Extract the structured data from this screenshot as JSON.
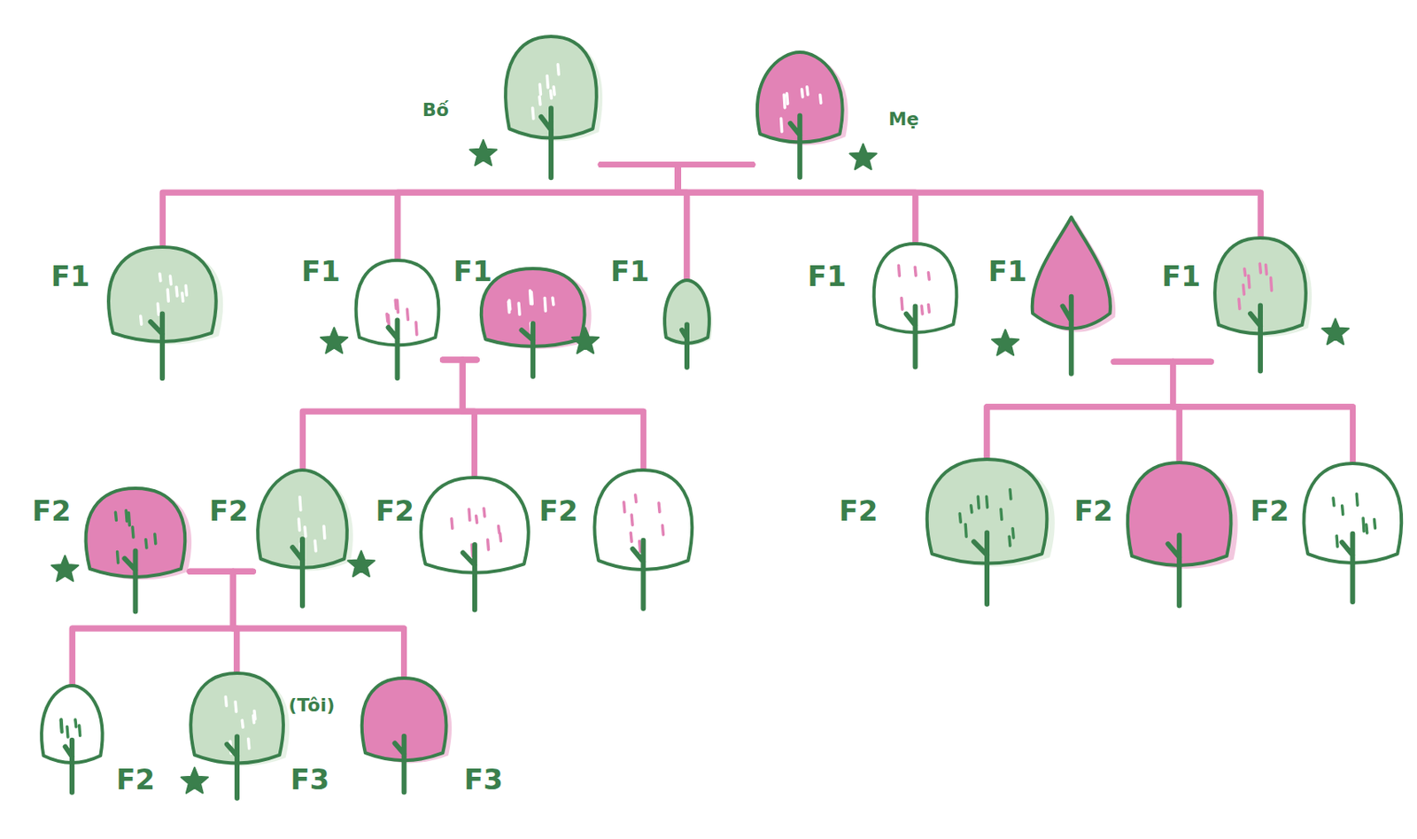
{
  "diagram": {
    "nodes": [
      {
        "text": [
          "Bố"
        ]
      },
      {
        "text": [
          "Mẹ"
        ]
      },
      {
        "text": [
          "F1"
        ]
      },
      {
        "text": [
          "F1"
        ]
      },
      {
        "text": [
          "F1"
        ]
      },
      {
        "text": [
          "F1"
        ]
      },
      {
        "text": [
          "F1"
        ]
      },
      {
        "text": [
          "F1"
        ]
      },
      {
        "text": [
          "F1"
        ]
      },
      {
        "text": [
          "F2"
        ]
      },
      {
        "text": [
          "F2"
        ]
      },
      {
        "text": [
          "F2"
        ]
      },
      {
        "text": [
          "F2"
        ]
      },
      {
        "text": [
          "F2"
        ]
      },
      {
        "text": [
          "F2"
        ]
      },
      {
        "text": [
          "F2"
        ]
      },
      {
        "text": [
          "F2"
        ]
      },
      {
        "text": [
          "(Tôi)",
          "F3"
        ]
      },
      {
        "text": [
          "F3"
        ]
      }
    ],
    "edges": [
      {
        "from": 0,
        "to": 2,
        "arrow": "none"
      },
      {
        "from": 0,
        "to": 3,
        "arrow": "none"
      },
      {
        "from": 0,
        "to": 5,
        "arrow": "none"
      },
      {
        "from": 0,
        "to": 6,
        "arrow": "none"
      },
      {
        "from": 0,
        "to": 8,
        "arrow": "none"
      },
      {
        "from": 1,
        "to": 2,
        "arrow": "none"
      },
      {
        "from": 1,
        "to": 3,
        "arrow": "none"
      },
      {
        "from": 1,
        "to": 5,
        "arrow": "none"
      },
      {
        "from": 1,
        "to": 6,
        "arrow": "none"
      },
      {
        "from": 1,
        "to": 8,
        "arrow": "none"
      },
      {
        "from": 3,
        "to": 10,
        "arrow": "none"
      },
      {
        "from": 3,
        "to": 11,
        "arrow": "none"
      },
      {
        "from": 3,
        "to": 12,
        "arrow": "none"
      },
      {
        "from": 4,
        "to": 10,
        "arrow": "none"
      },
      {
        "from": 4,
        "to": 11,
        "arrow": "none"
      },
      {
        "from": 4,
        "to": 12,
        "arrow": "none"
      },
      {
        "from": 7,
        "to": 13,
        "arrow": "none"
      },
      {
        "from": 7,
        "to": 14,
        "arrow": "none"
      },
      {
        "from": 7,
        "to": 15,
        "arrow": "none"
      },
      {
        "from": 8,
        "to": 13,
        "arrow": "none"
      },
      {
        "from": 8,
        "to": 14,
        "arrow": "none"
      },
      {
        "from": 8,
        "to": 15,
        "arrow": "none"
      },
      {
        "from": 9,
        "to": 16,
        "arrow": "none"
      },
      {
        "from": 9,
        "to": 17,
        "arrow": "none"
      },
      {
        "from": 9,
        "to": 18,
        "arrow": "none"
      },
      {
        "from": 10,
        "to": 16,
        "arrow": "none"
      },
      {
        "from": 10,
        "to": 17,
        "arrow": "none"
      },
      {
        "from": 10,
        "to": 18,
        "arrow": "none"
      }
    ]
  }
}
